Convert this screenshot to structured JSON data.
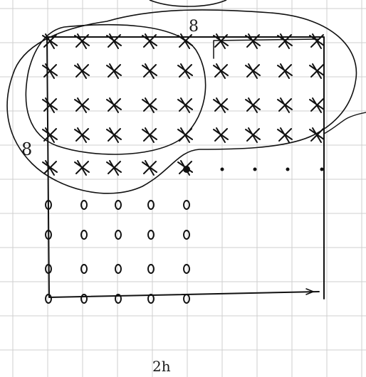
{
  "page": {
    "kind": "handwritten sketch on grid paper",
    "ink_color": "#111111",
    "grid_color": "#cfcfcf",
    "paper_color": "#ffffff"
  },
  "annotations": {
    "top_number": "8",
    "left_number": "8",
    "bottom_mark": "2h"
  }
}
